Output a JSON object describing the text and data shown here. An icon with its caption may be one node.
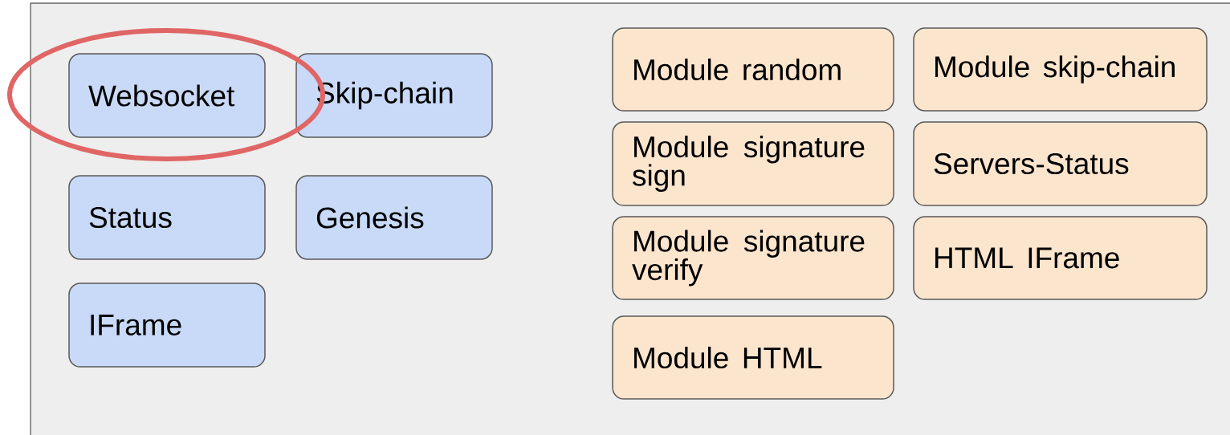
{
  "diagram": {
    "nodes": [
      {
        "text": [],
        "shape": "box"
      },
      {
        "text": [
          "Websocket"
        ],
        "in": 13
      },
      {
        "text": [
          "Skip-chain"
        ],
        "in": 0
      },
      {
        "text": [
          "Status"
        ],
        "in": 0
      },
      {
        "text": [
          "Genesis"
        ],
        "in": 0
      },
      {
        "text": [
          "IFrame"
        ],
        "in": 0
      },
      {
        "text": [
          "Module random"
        ],
        "in": 0
      },
      {
        "text": [
          "Module skip-chain"
        ],
        "in": 0
      },
      {
        "text": [
          "Module signature sign"
        ],
        "in": 0
      },
      {
        "text": [
          "Servers-Status"
        ],
        "in": 0
      },
      {
        "text": [
          "Module signature verify"
        ],
        "in": 0
      },
      {
        "text": [
          "HTML IFrame"
        ],
        "in": 0
      },
      {
        "text": [
          "Module HTML"
        ],
        "in": 0
      },
      {
        "text": [],
        "shape": "circle",
        "in": 0
      }
    ]
  }
}
